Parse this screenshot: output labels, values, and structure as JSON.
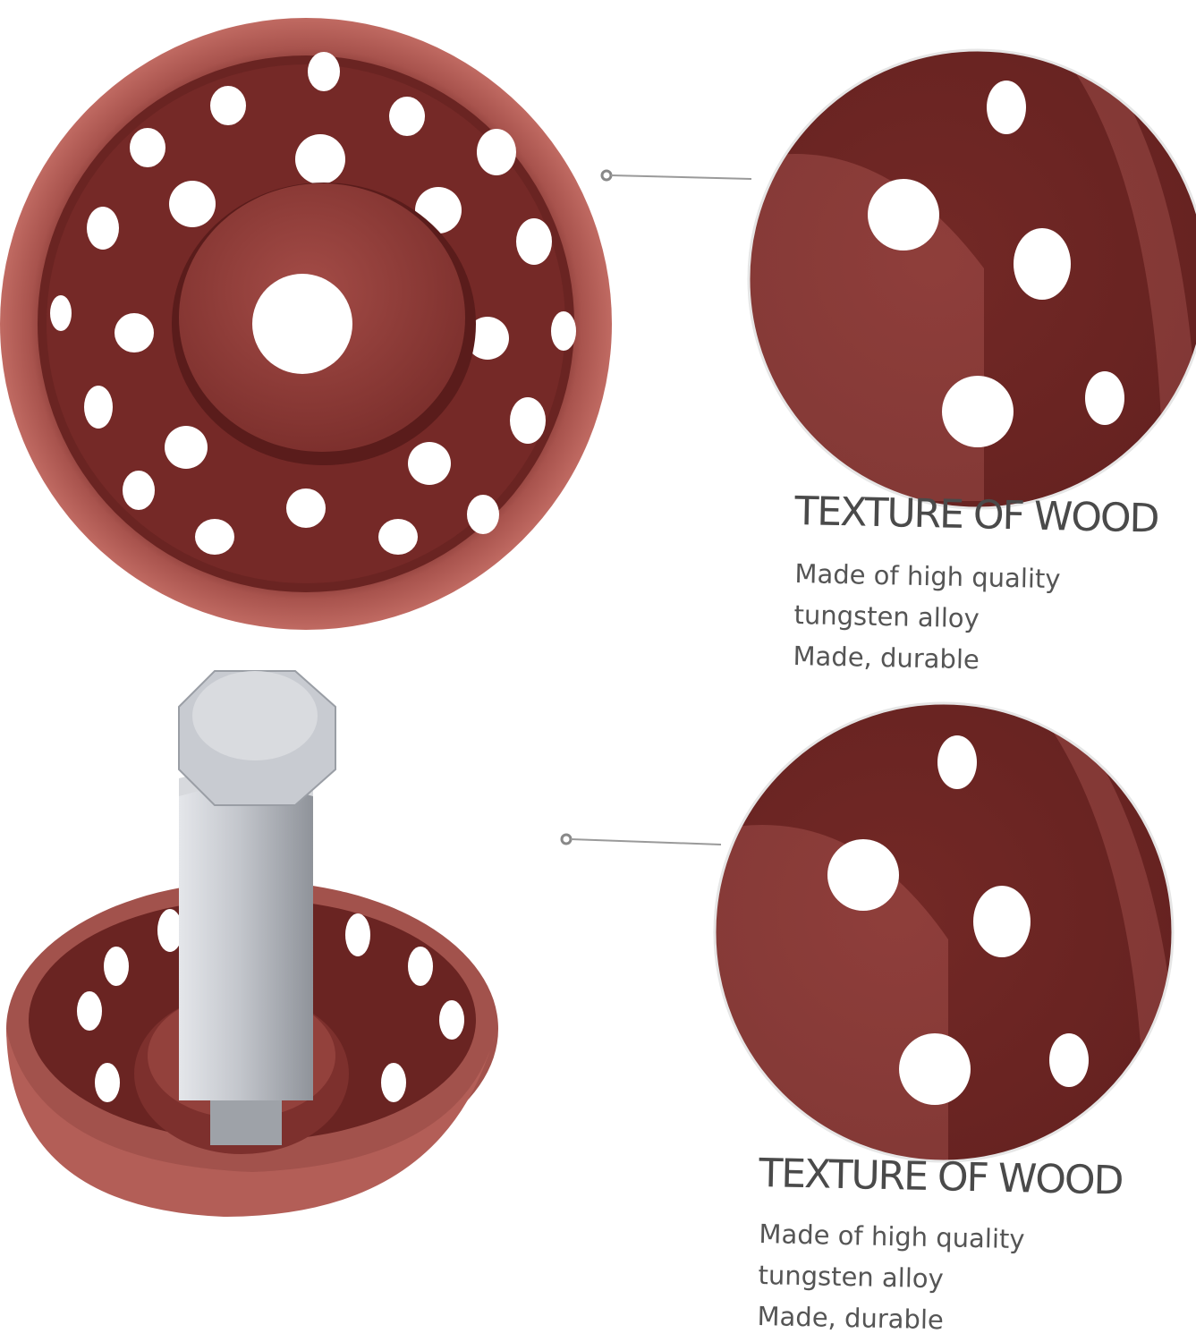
{
  "callouts": [
    {
      "heading": "TEXTURE OF WOOD",
      "lines": [
        "Made of high quality",
        "tungsten alloy",
        "Made, durable"
      ]
    },
    {
      "heading": "TEXTURE OF WOOD",
      "lines": [
        "Made of high quality",
        "tungsten alloy",
        "Made, durable"
      ]
    }
  ],
  "colors": {
    "disc_outer": "#9c4a45",
    "disc_rim": "#b25f58",
    "disc_inner": "#6e2624",
    "disc_dark": "#5a1c1b",
    "hub": "#8f3f3a",
    "shaft": "#c9ccd2",
    "leader_line": "#9a9a9a"
  }
}
